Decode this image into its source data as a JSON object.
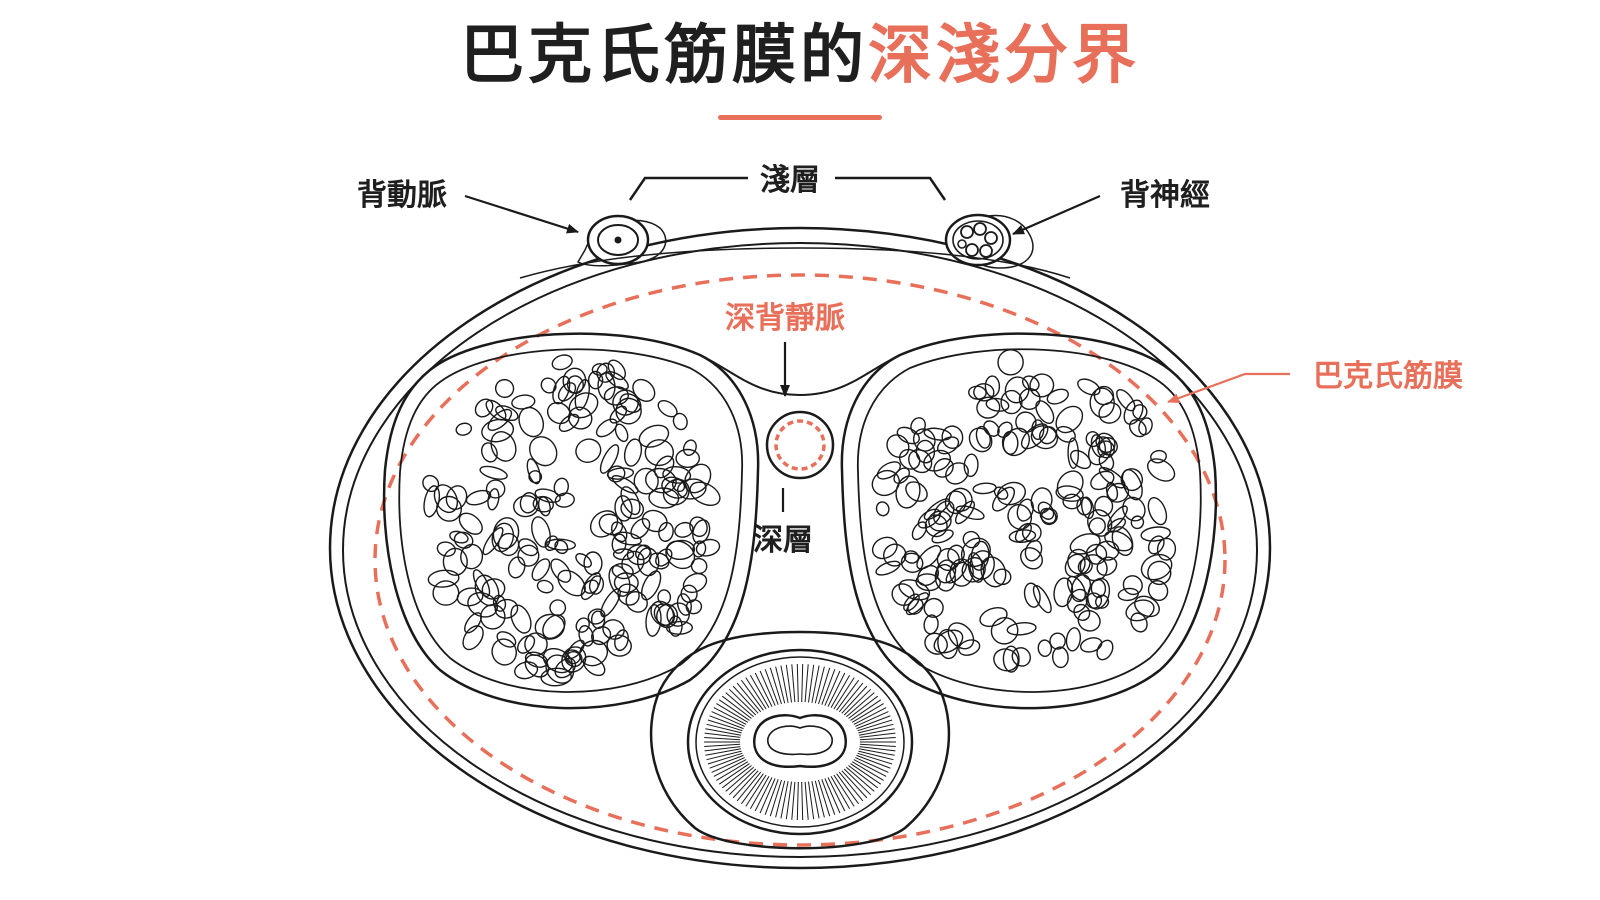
{
  "title": {
    "main": "巴克氏筋膜的",
    "accent": "深淺分界"
  },
  "labels": {
    "superficial_layer": "淺層",
    "deep_layer": "深層",
    "dorsal_artery": "背動脈",
    "dorsal_nerve": "背神經",
    "deep_dorsal_vein": "深背靜脈",
    "bucks_fascia": "巴克氏筋膜"
  },
  "colors": {
    "text_dark": "#1f1f1f",
    "accent": "#e8705a",
    "line": "#1a1a1a"
  }
}
